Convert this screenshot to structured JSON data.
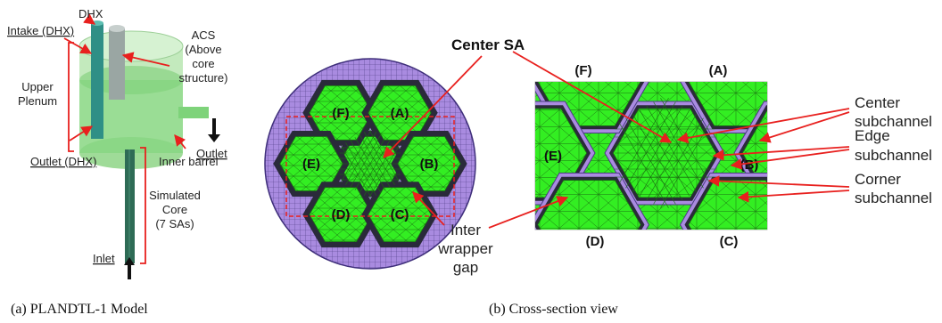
{
  "panel_a": {
    "labels": {
      "dhx": "DHX",
      "intake": "Intake (DHX)",
      "acs_1": "ACS",
      "acs_2": "(Above",
      "acs_3": "core",
      "acs_4": "structure)",
      "upper_1": "Upper",
      "upper_2": "Plenum",
      "outlet": "Outlet",
      "outlet_dhx": "Outlet (DHX)",
      "inner_barrel": "Inner barrel",
      "sim_1": "Simulated",
      "sim_2": "Core",
      "sim_3": "(7 SAs)",
      "inlet": "Inlet"
    },
    "caption": "(a)   PLANDTL-1 Model"
  },
  "panel_b": {
    "labels": {
      "center_sa": "Center SA",
      "inter_1": "Inter",
      "inter_2": "wrapper",
      "inter_3": "gap",
      "center_sub_1": "Center",
      "center_sub_2": "subchannel",
      "edge_sub_1": "Edge",
      "edge_sub_2": "subchannel",
      "corner_sub_1": "Corner",
      "corner_sub_2": "subchannel"
    },
    "circle_sas": [
      "(F)",
      "(A)",
      "(E)",
      "(B)",
      "(D)",
      "(C)"
    ],
    "zoom_sas": [
      "(F)",
      "(A)",
      "(E)",
      "(B)",
      "(D)",
      "(C)"
    ],
    "caption": "(b) Cross-section view"
  },
  "colors": {
    "mesh_green": "#33ee22",
    "mesh_purple": "#a98be0",
    "wrapper_dark": "#2a2a3a",
    "vessel_green": "#7ed37a",
    "arrow_red": "#e8201e",
    "dhx_teal": "#2f8f86"
  }
}
